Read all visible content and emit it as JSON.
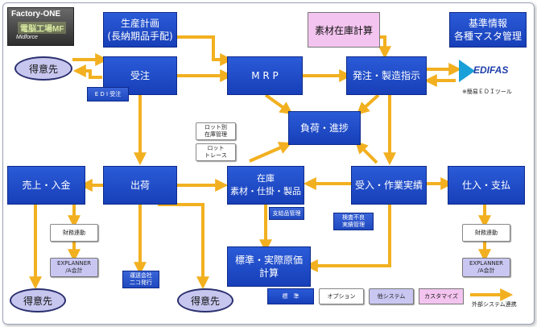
{
  "logo": {
    "line1": "Factory-ONE",
    "line2": "電脳工場MF",
    "line3": "Midforce"
  },
  "boxes": {
    "seisan": "生産計画\n(長納期品手配)",
    "juchu": "受注",
    "mrp": "M R P",
    "hatchu": "発注・製造指示",
    "fuka": "負荷・進捗",
    "uriage": "売上・入金",
    "shukka": "出荷",
    "zaiko": "在庫\n素材・仕掛・製品",
    "ukeire": "受入・作業実績",
    "shiire": "仕入・支払",
    "hyojun": "標準・実際原価\n計算",
    "kijun": "基準情報\n各種マスタ管理"
  },
  "custom": {
    "sozai": "素材在庫計算"
  },
  "ovals": {
    "tokuisaki_top": "得意先",
    "tokuisaki_bl": "得意先",
    "tokuisaki_bm": "得意先"
  },
  "chips": {
    "edi_juchu": "E D I 受注",
    "lot_zaiko": "ロット別\n在庫管理",
    "lot_trace": "ロット\nトレース",
    "shikyu": "支給品管理",
    "kensa": "検査不良\n実績管理",
    "kaikei_l": "財務連動",
    "kaikei_r": "財務連動",
    "explanner_l": "EXPLANNER\n/A会計",
    "explanner_r": "EXPLANNER\n/A会計",
    "unso": "運送会社\n二コ発行"
  },
  "edifas": {
    "name": "EDIFAS",
    "note": "※簡易ＥＤＩツール"
  },
  "legend": {
    "standard": "標　準",
    "option": "オプション",
    "other": "他システム",
    "custom": "カスタマイズ",
    "external": "外部システム連携"
  },
  "colors": {
    "box_blue": "#1f49c4",
    "arrow": "#f2b020",
    "oval": "#c7c6ee",
    "custom_pink": "#f3c4ef",
    "other_lavender": "#c9c7f2"
  }
}
